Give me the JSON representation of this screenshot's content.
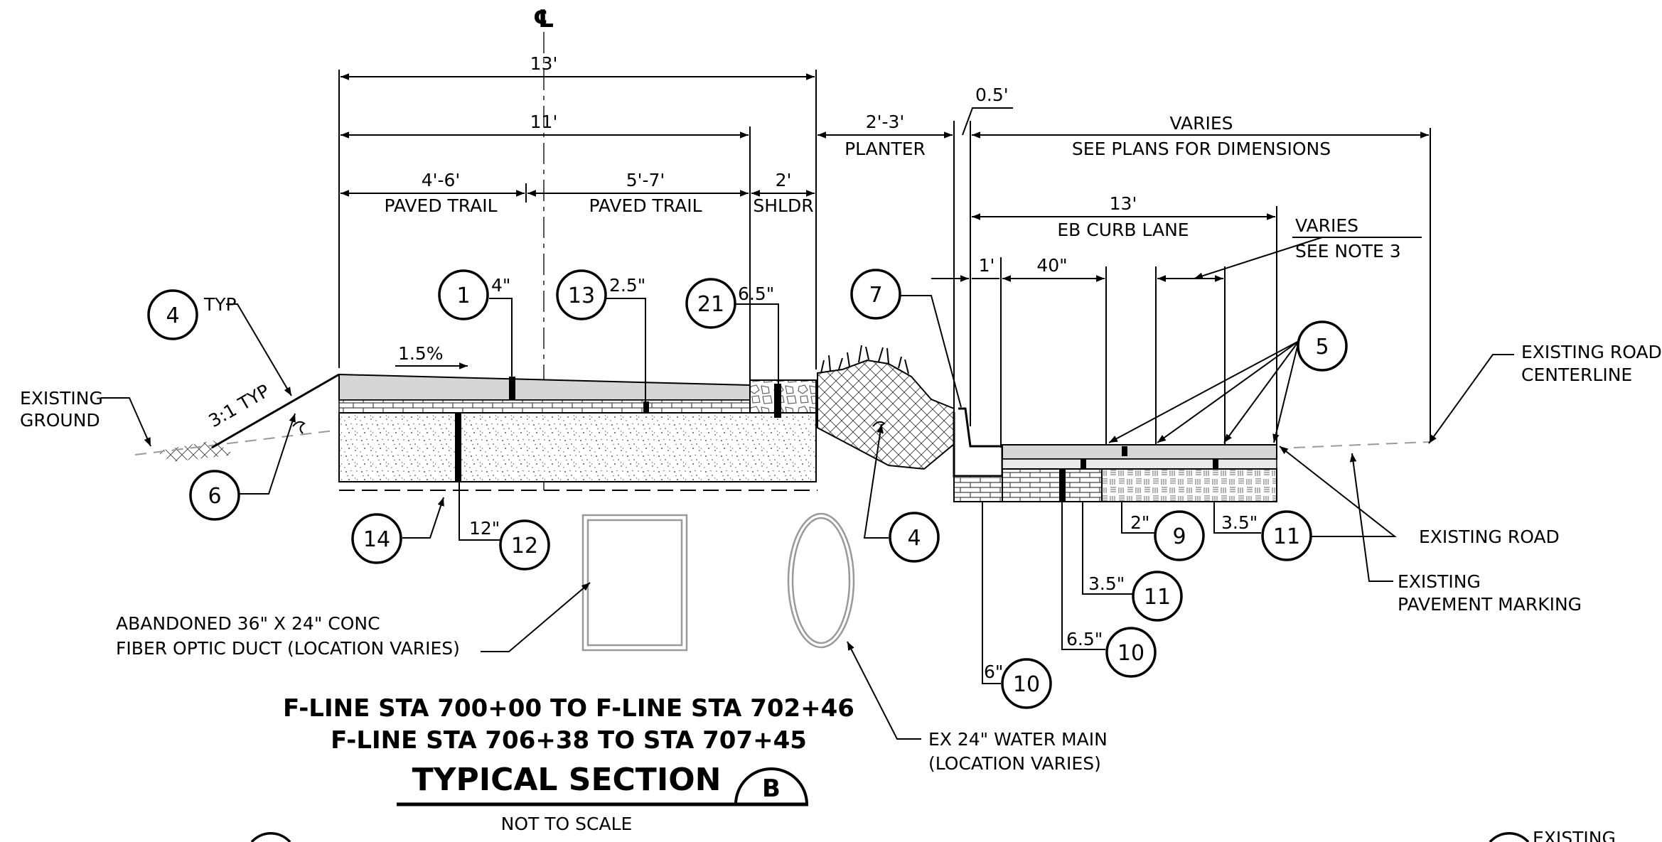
{
  "centerline_symbol": "℄",
  "dimensions": {
    "overall_13": "13'",
    "d_11": "11'",
    "trail_a": "4'-6'",
    "trail_a_label": "PAVED TRAIL",
    "trail_b": "5'-7'",
    "trail_b_label": "PAVED TRAIL",
    "shoulder": "2'",
    "shoulder_label": "SHLDR",
    "planter": "2'-3'",
    "planter_label": "PLANTER",
    "curb": "0.5'",
    "varies": "VARIES",
    "varies_note": "SEE PLANS FOR DIMENSIONS",
    "lane": "13'",
    "lane_label": "EB CURB LANE",
    "varies2": "VARIES",
    "varies2_note": "SEE NOTE 3",
    "d_1ft": "1'",
    "d_40in": "40\""
  },
  "callouts": [
    {
      "number": "1",
      "depth": "4\""
    },
    {
      "number": "13",
      "depth": "2.5\""
    },
    {
      "number": "21",
      "depth": "6.5\""
    },
    {
      "number": "7"
    },
    {
      "number": "5"
    },
    {
      "number": "4",
      "note": "TYP"
    },
    {
      "number": "6"
    },
    {
      "number": "14"
    },
    {
      "number": "12",
      "depth": "12\""
    },
    {
      "number": "4"
    },
    {
      "number": "9",
      "depth": "2\""
    },
    {
      "number": "11",
      "depth": "3.5\""
    },
    {
      "number": "11",
      "depth": "3.5\""
    },
    {
      "number": "10",
      "depth": "6.5\""
    },
    {
      "number": "10",
      "depth": "6\""
    }
  ],
  "slopes": {
    "cross_slope": "1.5%",
    "side_slope": "3:1 TYP"
  },
  "labels": {
    "existing_ground": [
      "EXISTING",
      "GROUND"
    ],
    "existing_road_cl": [
      "EXISTING ROAD",
      "CENTERLINE"
    ],
    "existing_road": "EXISTING ROAD",
    "pavement_marking": [
      "EXISTING",
      "PAVEMENT MARKING"
    ],
    "fiber_duct": [
      "ABANDONED 36\" X 24\" CONC",
      "FIBER OPTIC DUCT (LOCATION VARIES)"
    ],
    "water_main": [
      "EX 24\" WATER MAIN",
      "(LOCATION VARIES)"
    ],
    "bottom_right_partial": "EXISTING"
  },
  "title": {
    "line1": "F-LINE STA 700+00 TO F-LINE STA 702+46",
    "line2": "F-LINE STA 706+38 TO STA 707+45",
    "main": "TYPICAL SECTION",
    "section_letter": "B",
    "scale": "NOT TO SCALE"
  },
  "colors": {
    "line": "#000000",
    "pavement": "#d6d6d6",
    "hidden": "#9a9a9a"
  }
}
